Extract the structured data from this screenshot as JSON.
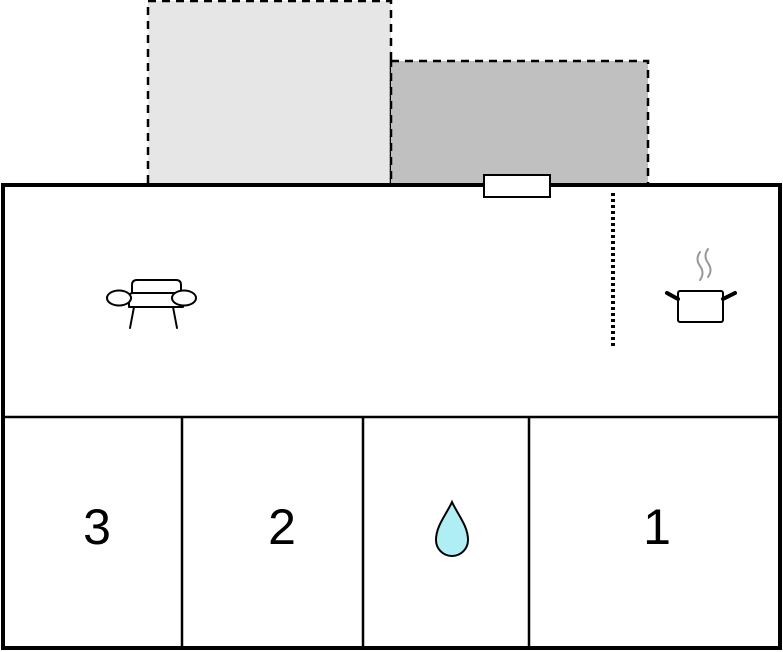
{
  "floorplan": {
    "colors": {
      "terrace_light": "#e6e6e6",
      "terrace_dark": "#c0c0c0",
      "wall": "#000000",
      "water_drop": "#b0eef6",
      "background": "#ffffff"
    },
    "icons": {
      "living_area": "sofa-icon",
      "kitchen": "cooking-pot-icon",
      "bathroom": "water-drop-icon"
    },
    "rooms": {
      "bedroom_3": {
        "number": "3"
      },
      "bedroom_2": {
        "number": "2"
      },
      "bedroom_1": {
        "number": "1"
      }
    }
  }
}
